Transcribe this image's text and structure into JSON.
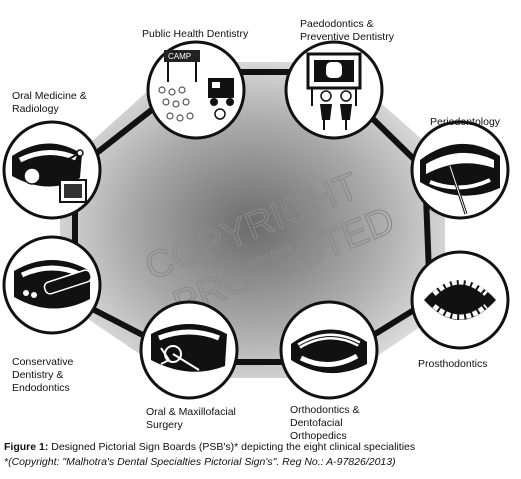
{
  "figure": {
    "specialities": [
      {
        "label": "Public Health Dentistry",
        "icon": "public-health-icon"
      },
      {
        "label": "Paedodontics &\nPreventive Dentistry",
        "icon": "paedodontics-icon"
      },
      {
        "label": "Periodontology",
        "icon": "periodontology-icon"
      },
      {
        "label": "Prosthodontics",
        "icon": "prosthodontics-icon"
      },
      {
        "label": "Orthodontics &\nDentofacial\nOrthopedics",
        "icon": "orthodontics-icon"
      },
      {
        "label": "Oral & Maxillofacial\nSurgery",
        "icon": "oral-surgery-icon"
      },
      {
        "label": "Conservative\nDentistry  &\nEndodontics",
        "icon": "endodontics-icon"
      },
      {
        "label": "Oral Medicine &\nRadiology",
        "icon": "oral-medicine-icon"
      }
    ],
    "camp_sign": "CAMP",
    "watermark": {
      "line1": "COPYRIGHT",
      "line2": "PROTECTED"
    }
  },
  "caption": {
    "prefix": "Figure 1:",
    "text": " Designed Pictorial Sign Boards (PSB's)* depicting the eight clinical specialities",
    "note": "*(Copyright: \"Malhotra's Dental Specialties Pictorial Sign's\". Reg No.: A-97826/2013)"
  }
}
